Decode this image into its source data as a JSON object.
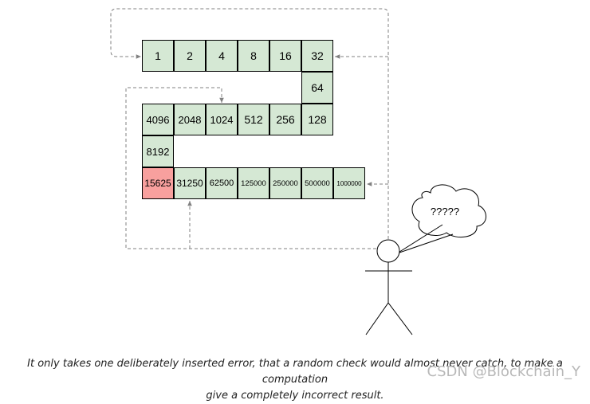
{
  "colors": {
    "cell_fill": "#d5e8d4",
    "error_fill": "#f8a09e",
    "arrow": "#808080"
  },
  "cells": [
    {
      "label": "1",
      "error": false
    },
    {
      "label": "2",
      "error": false
    },
    {
      "label": "4",
      "error": false
    },
    {
      "label": "8",
      "error": false
    },
    {
      "label": "16",
      "error": false
    },
    {
      "label": "32",
      "error": false
    },
    {
      "label": "64",
      "error": false
    },
    {
      "label": "128",
      "error": false
    },
    {
      "label": "256",
      "error": false
    },
    {
      "label": "512",
      "error": false
    },
    {
      "label": "1024",
      "error": false
    },
    {
      "label": "2048",
      "error": false
    },
    {
      "label": "4096",
      "error": false
    },
    {
      "label": "8192",
      "error": false
    },
    {
      "label": "15625",
      "error": true
    },
    {
      "label": "31250",
      "error": false
    },
    {
      "label": "62500",
      "error": false
    },
    {
      "label": "125000",
      "error": false
    },
    {
      "label": "250000",
      "error": false
    },
    {
      "label": "500000",
      "error": false
    },
    {
      "label": "1000000",
      "error": false
    }
  ],
  "thought_bubble": "?????",
  "caption_line1": "It only takes one deliberately inserted error, that a random check would almost never catch, to make a computation",
  "caption_line2": "give a completely incorrect result.",
  "watermark": "CSDN @Blockchain_Y"
}
